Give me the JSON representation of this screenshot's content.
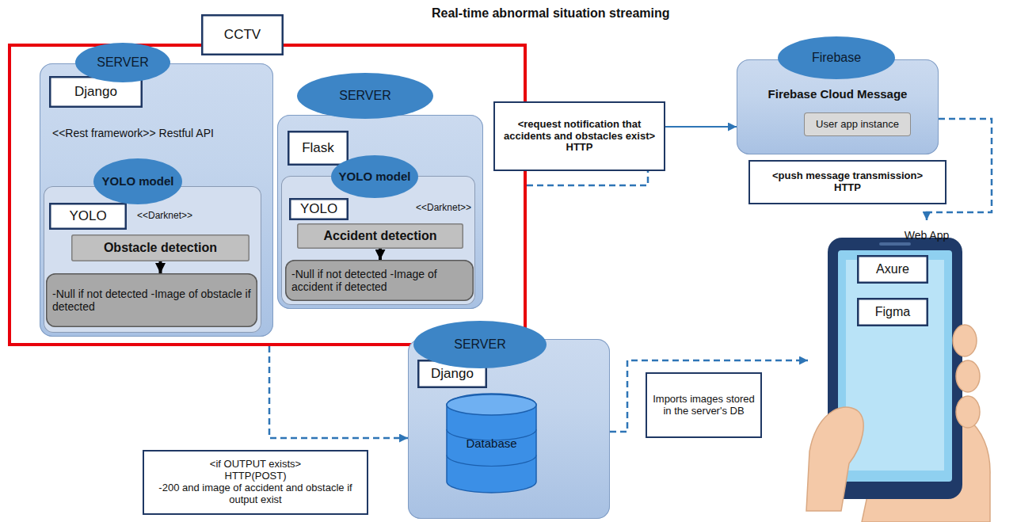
{
  "diagram": {
    "title": "Real-time abnormal situation streaming",
    "nodes": [
      {
        "text": [
          "CCTV"
        ]
      },
      {
        "text": [
          "SERVER",
          "<<Rest framework>> Restful API"
        ],
        "in": 0
      },
      {
        "text": [
          "Django"
        ],
        "in": 1
      },
      {
        "text": [
          "YOLO model",
          "<<Darknet>>"
        ],
        "in": 1
      },
      {
        "text": [
          "YOLO"
        ],
        "in": 3
      },
      {
        "text": [
          "Obstacle detection"
        ],
        "in": 3
      },
      {
        "text": [
          "-Null if not detected -Image of obstacle if detected"
        ],
        "in": 3
      },
      {
        "text": [
          "SERVER"
        ],
        "in": 0
      },
      {
        "text": [
          "Flask"
        ],
        "in": 7
      },
      {
        "text": [
          "YOLO model",
          "<<Darknet>>"
        ],
        "in": 7
      },
      {
        "text": [
          "YOLO"
        ],
        "in": 9
      },
      {
        "text": [
          "Accident detection"
        ],
        "in": 9
      },
      {
        "text": [
          "-Null if not detected -Image of accident if detected"
        ],
        "in": 9
      },
      {
        "text": [
          "<request notification that accidents and obstacles exist>",
          "HTTP"
        ]
      },
      {
        "text": [
          "Firebase",
          "Firebase Cloud Message"
        ]
      },
      {
        "text": [
          "User app instance"
        ],
        "in": 14
      },
      {
        "text": [
          "<push message transmission>",
          "HTTP"
        ]
      },
      {
        "text": [
          "SERVER"
        ]
      },
      {
        "text": [
          "Django"
        ],
        "in": 17
      },
      {
        "text": [
          "Database"
        ],
        "in": 17
      },
      {
        "text": [
          "<if OUTPUT exists>",
          "HTTP(POST)",
          "-200 and image of accident and obstacle if output exist"
        ]
      },
      {
        "text": [
          "Imports images stored in the server's DB"
        ]
      },
      {
        "text": [
          "Web App"
        ]
      },
      {
        "text": [
          "Axure"
        ],
        "in": 22
      },
      {
        "text": [
          "Figma"
        ],
        "in": 22
      }
    ],
    "edges": [
      {
        "from": 0,
        "to": 13,
        "arrow": "none"
      },
      {
        "from": 13,
        "to": 14,
        "arrow": "to"
      },
      {
        "from": 14,
        "to": 22,
        "arrow": "to"
      },
      {
        "from": 0,
        "to": 17,
        "arrow": "to"
      },
      {
        "from": 17,
        "to": 22,
        "arrow": "to"
      },
      {
        "from": 5,
        "to": 6,
        "arrow": "to"
      },
      {
        "from": 11,
        "to": 12,
        "arrow": "to"
      }
    ]
  }
}
